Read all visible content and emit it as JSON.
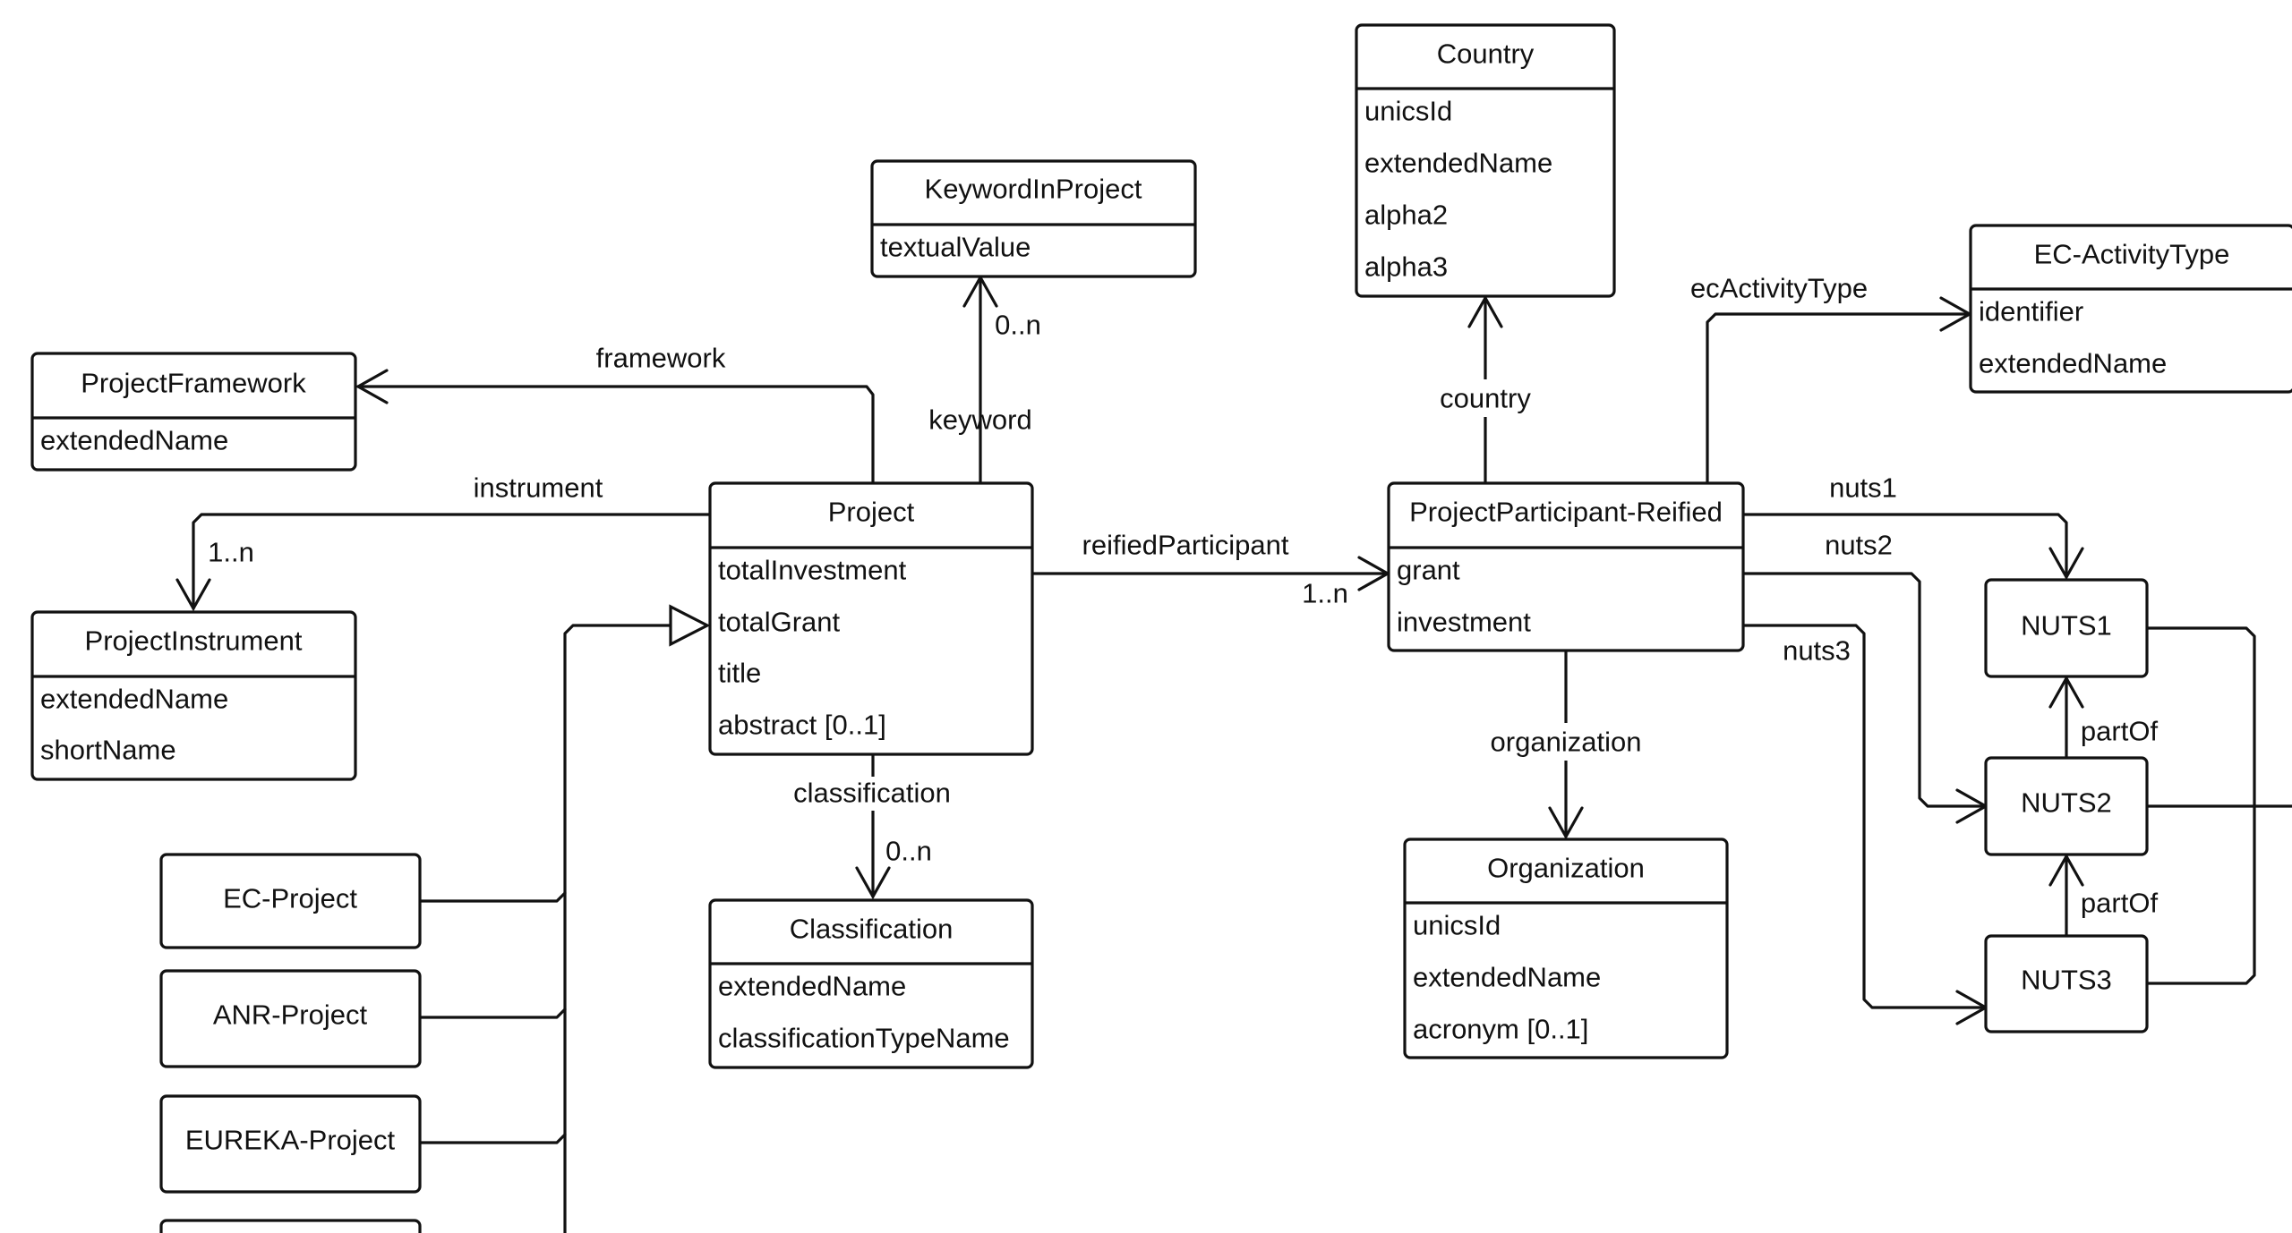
{
  "classes": {
    "keywordInProject": {
      "name": "KeywordInProject",
      "attributes": [
        "textualValue"
      ]
    },
    "country": {
      "name": "Country",
      "attributes": [
        "unicsId",
        "extendedName",
        "alpha2",
        "alpha3"
      ]
    },
    "ecActivityType": {
      "name": "EC-ActivityType",
      "attributes": [
        "identifier",
        "extendedName"
      ]
    },
    "projectFramework": {
      "name": "ProjectFramework",
      "attributes": [
        "extendedName"
      ]
    },
    "projectInstrument": {
      "name": "ProjectInstrument",
      "attributes": [
        "extendedName",
        "shortName"
      ]
    },
    "project": {
      "name": "Project",
      "attributes": [
        "totalInvestment",
        "totalGrant",
        "title",
        "abstract [0..1]"
      ]
    },
    "projectParticipant": {
      "name": "ProjectParticipant-Reified",
      "attributes": [
        "grant",
        "investment"
      ]
    },
    "classification": {
      "name": "Classification",
      "attributes": [
        "extendedName",
        "classificationTypeName"
      ]
    },
    "organization": {
      "name": "Organization",
      "attributes": [
        "unicsId",
        "extendedName",
        "acronym [0..1]"
      ]
    },
    "nuts1": {
      "name": "NUTS1",
      "attributes": []
    },
    "nuts2": {
      "name": "NUTS2",
      "attributes": []
    },
    "nuts3": {
      "name": "NUTS3",
      "attributes": []
    },
    "ecProject": {
      "name": "EC-Project",
      "attributes": []
    },
    "anrProject": {
      "name": "ANR-Project",
      "attributes": []
    },
    "eurekaProject": {
      "name": "EUREKA-Project",
      "attributes": []
    },
    "partialProject": {
      "name": "",
      "attributes": []
    }
  },
  "associations": {
    "framework": {
      "label": "framework"
    },
    "instrument": {
      "label": "instrument",
      "multiplicity": "1..n"
    },
    "keyword": {
      "label": "keyword",
      "multiplicity": "0..n"
    },
    "reifiedParticipant": {
      "label": "reifiedParticipant",
      "multiplicity": "1..n"
    },
    "classification": {
      "label": "classification",
      "multiplicity": "0..n"
    },
    "country": {
      "label": "country"
    },
    "ecActivityType": {
      "label": "ecActivityType"
    },
    "organization": {
      "label": "organization"
    },
    "nuts1": {
      "label": "nuts1"
    },
    "nuts2": {
      "label": "nuts2"
    },
    "nuts3": {
      "label": "nuts3"
    },
    "partOf12": {
      "label": "partOf"
    },
    "partOf23": {
      "label": "partOf"
    }
  }
}
